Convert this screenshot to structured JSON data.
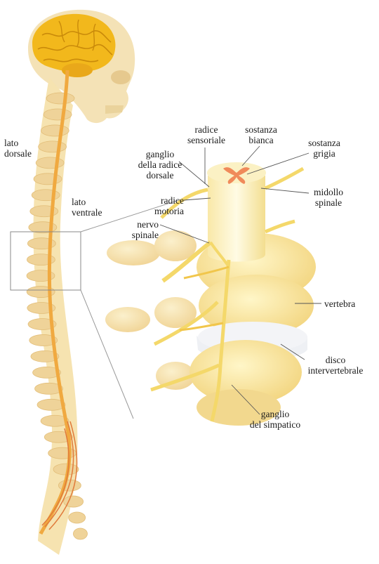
{
  "labels": {
    "lato_dorsale": "lato\ndorsale",
    "lato_ventrale": "lato\nventrale",
    "radice_sensoriale": "radice\nsensoriale",
    "sostanza_bianca": "sostanza\nbianca",
    "sostanza_grigia": "sostanza\ngrigia",
    "ganglio_radice_dorsale": "ganglio\ndella radice\ndorsale",
    "midollo_spinale": "midollo\nspinale",
    "radice_motoria": "radice\nmotoria",
    "nervo_spinale": "nervo\nspinale",
    "vertebra": "vertebra",
    "disco_intervertebrale": "disco\nintervertebrale",
    "ganglio_simpatico": "ganglio\ndel simpatico"
  },
  "colors": {
    "bone": "#f6e3b0",
    "bone_dark": "#e9c97f",
    "brain": "#f2b81c",
    "nerve": "#f4d86a",
    "cord": "#fbf1c4",
    "grey_matter": "#f08a5a",
    "disc": "#eef0f4",
    "leader_line": "#555555"
  }
}
